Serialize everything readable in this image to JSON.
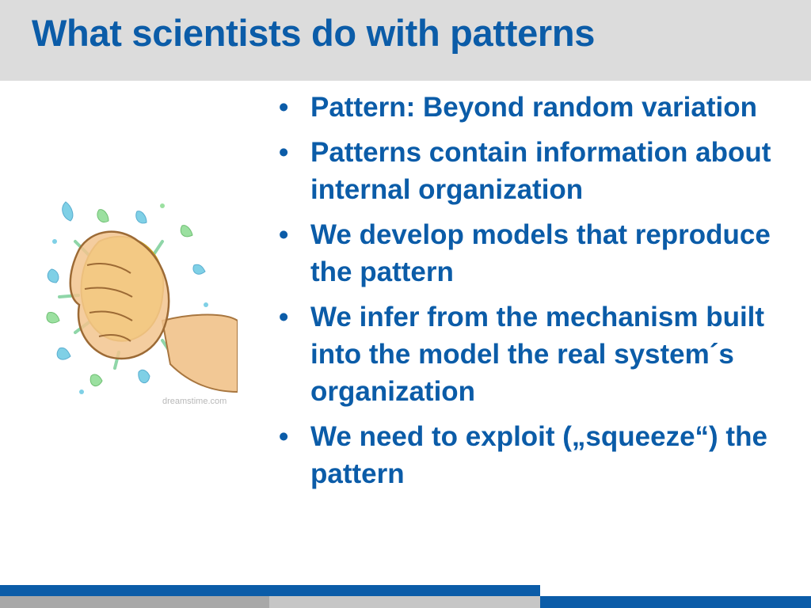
{
  "slide": {
    "title": "What scientists do with patterns",
    "bullet_symbol": "•",
    "bullets": [
      {
        "text": "Pattern: Beyond random variation"
      },
      {
        "text": "Patterns contain information about internal organization"
      },
      {
        "text": "We develop models that reproduce the pattern"
      },
      {
        "text": "We infer from the mechanism built into the model the real system´s organization"
      },
      {
        "text": "We need to exploit („squeeze“) the pattern"
      }
    ]
  },
  "illustration": {
    "watermark": "dreamstime.com"
  },
  "colors": {
    "title": "#0b5ca8",
    "header_bg": "#dcdcdc",
    "footer_blue": "#0b5ca8",
    "footer_gray": "#a8a8a8"
  }
}
